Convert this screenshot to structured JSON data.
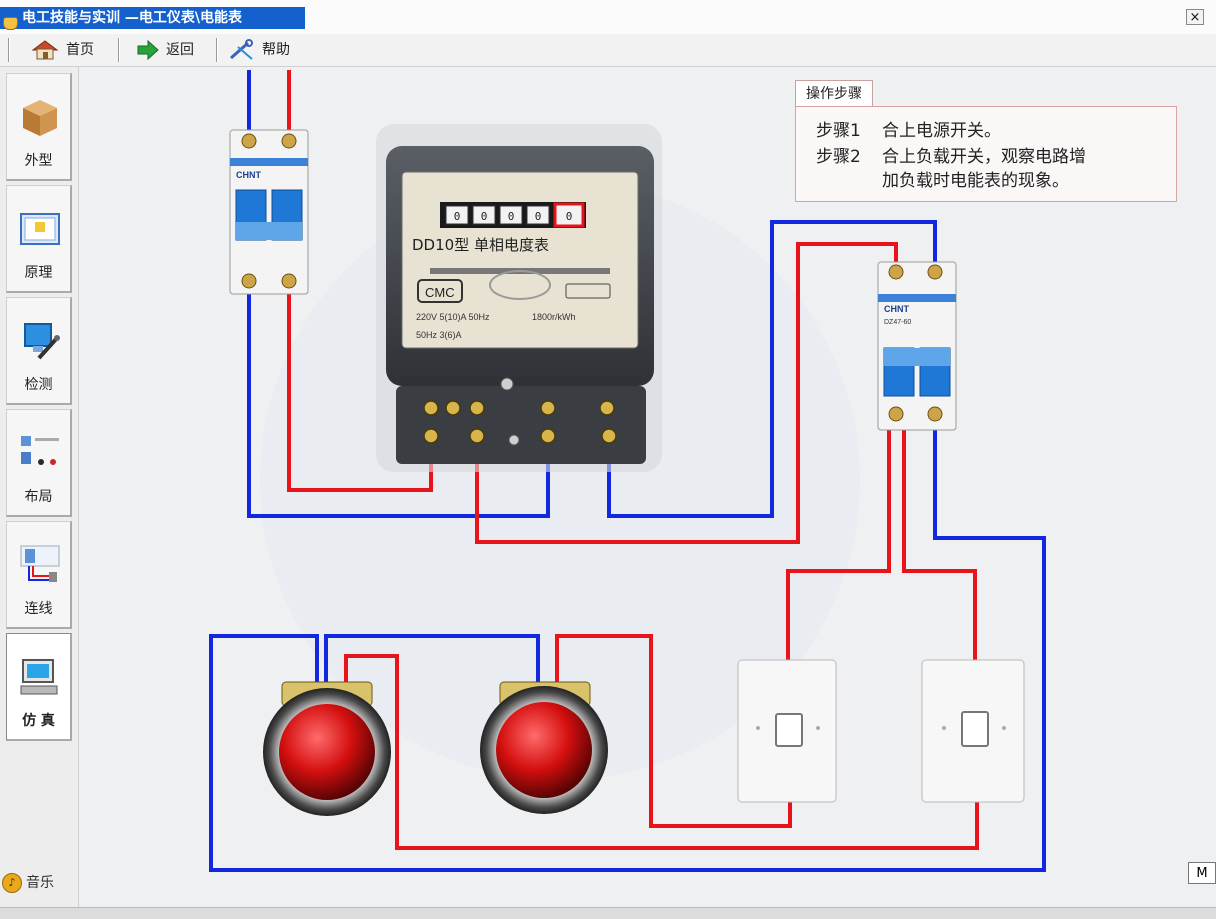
{
  "window": {
    "title": "电工技能与实训 —电工仪表\\电能表",
    "close": "×"
  },
  "toolbar": {
    "home": "首页",
    "back": "返回",
    "help": "帮助"
  },
  "sidebar": {
    "items": [
      {
        "label": "外型",
        "icon": "box-icon"
      },
      {
        "label": "原理",
        "icon": "schematic-icon"
      },
      {
        "label": "检测",
        "icon": "monitor-tool-icon"
      },
      {
        "label": "布局",
        "icon": "layout-icon"
      },
      {
        "label": "连线",
        "icon": "wiring-icon"
      },
      {
        "label": "仿 真",
        "icon": "computer-icon"
      }
    ],
    "music": "音乐"
  },
  "steps": {
    "tab": "操作步骤",
    "step1_key": "步骤1",
    "step1_text": "合上电源开关。",
    "step2_key": "步骤2",
    "step2_line1": "合上负载开关，观察电路增",
    "step2_line2": "加负载时电能表的现象。"
  },
  "meter": {
    "model": "DD10型 单相电度表",
    "reading_digits": [
      "0",
      "0",
      "0",
      "0",
      "0"
    ],
    "cert": "CMC",
    "spec1": "220V 5(10)A 50Hz",
    "spec2": "1800r/kWh",
    "spec3": "50Hz 3(6)A"
  },
  "breaker_brand": "CHNT",
  "breaker_model": "DZ47-60",
  "mode_button": "M",
  "colors": {
    "live_wire": "#e8141a",
    "neutral_wire": "#1228e0",
    "title_bar": "#1460cc",
    "lamp_red": "#d40f0f"
  }
}
